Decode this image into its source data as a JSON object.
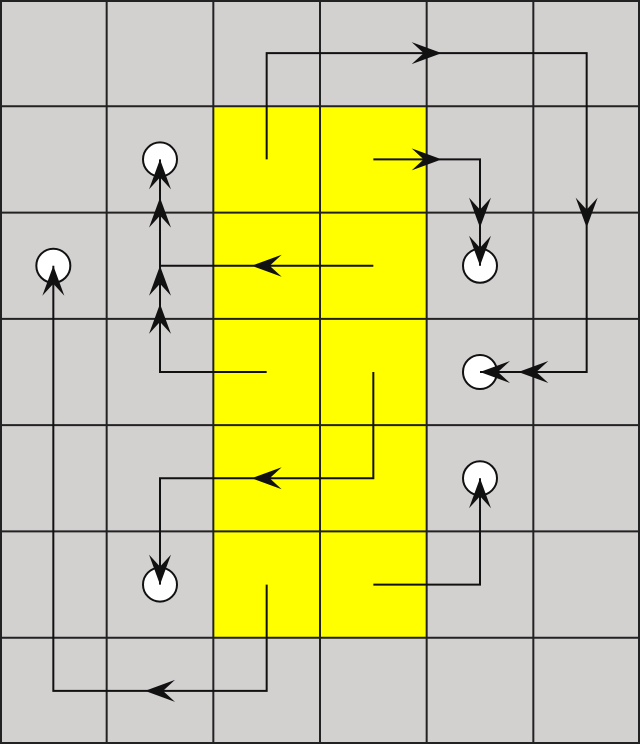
{
  "grid": {
    "columns": 6,
    "rows": 7,
    "highlighted_cells": [
      {
        "row": 1,
        "col": 2
      },
      {
        "row": 1,
        "col": 3
      },
      {
        "row": 2,
        "col": 2
      },
      {
        "row": 2,
        "col": 3
      },
      {
        "row": 3,
        "col": 2
      },
      {
        "row": 3,
        "col": 3
      },
      {
        "row": 4,
        "col": 2
      },
      {
        "row": 4,
        "col": 3
      },
      {
        "row": 5,
        "col": 2
      },
      {
        "row": 5,
        "col": 3
      }
    ]
  },
  "circles": [
    {
      "row": 1,
      "col": 1
    },
    {
      "row": 2,
      "col": 0
    },
    {
      "row": 2,
      "col": 4
    },
    {
      "row": 3,
      "col": 4
    },
    {
      "row": 4,
      "col": 4
    },
    {
      "row": 5,
      "col": 1
    }
  ],
  "paths": [
    {
      "id": "top-loop",
      "points": [
        [
          2,
          1
        ],
        [
          2,
          0
        ],
        [
          5,
          0
        ],
        [
          5,
          3
        ],
        [
          4,
          3
        ]
      ],
      "mid_arrows": [
        1,
        2,
        3
      ]
    },
    {
      "id": "right-hook",
      "points": [
        [
          3,
          1
        ],
        [
          4,
          1
        ],
        [
          4,
          2
        ]
      ],
      "mid_arrows": [
        0,
        1
      ]
    },
    {
      "id": "left-up-branch",
      "points": [
        [
          3,
          2
        ],
        [
          1,
          2
        ],
        [
          1,
          1
        ]
      ],
      "mid_arrows": [
        0,
        1
      ]
    },
    {
      "id": "left-l",
      "points": [
        [
          2,
          3
        ],
        [
          1,
          3
        ],
        [
          1,
          2
        ]
      ],
      "mid_arrows": [
        1
      ]
    },
    {
      "id": "down-left-hook",
      "points": [
        [
          3,
          3
        ],
        [
          3,
          4
        ],
        [
          1,
          4
        ],
        [
          1,
          5
        ]
      ],
      "mid_arrows": [
        1
      ]
    },
    {
      "id": "bottom-right-hook",
      "points": [
        [
          3,
          5
        ],
        [
          4,
          5
        ],
        [
          4,
          4
        ]
      ],
      "mid_arrows": []
    },
    {
      "id": "bottom-loop",
      "points": [
        [
          2,
          5
        ],
        [
          2,
          6
        ],
        [
          0,
          6
        ],
        [
          0,
          2
        ]
      ],
      "mid_arrows": [
        1
      ]
    }
  ],
  "colors": {
    "cell": "#d3d0d0",
    "highlight": "#ffff00",
    "grid_line": "#222222",
    "arrow": "#111111",
    "circle_fill": "#ffffff",
    "circle_stroke": "#111111"
  }
}
